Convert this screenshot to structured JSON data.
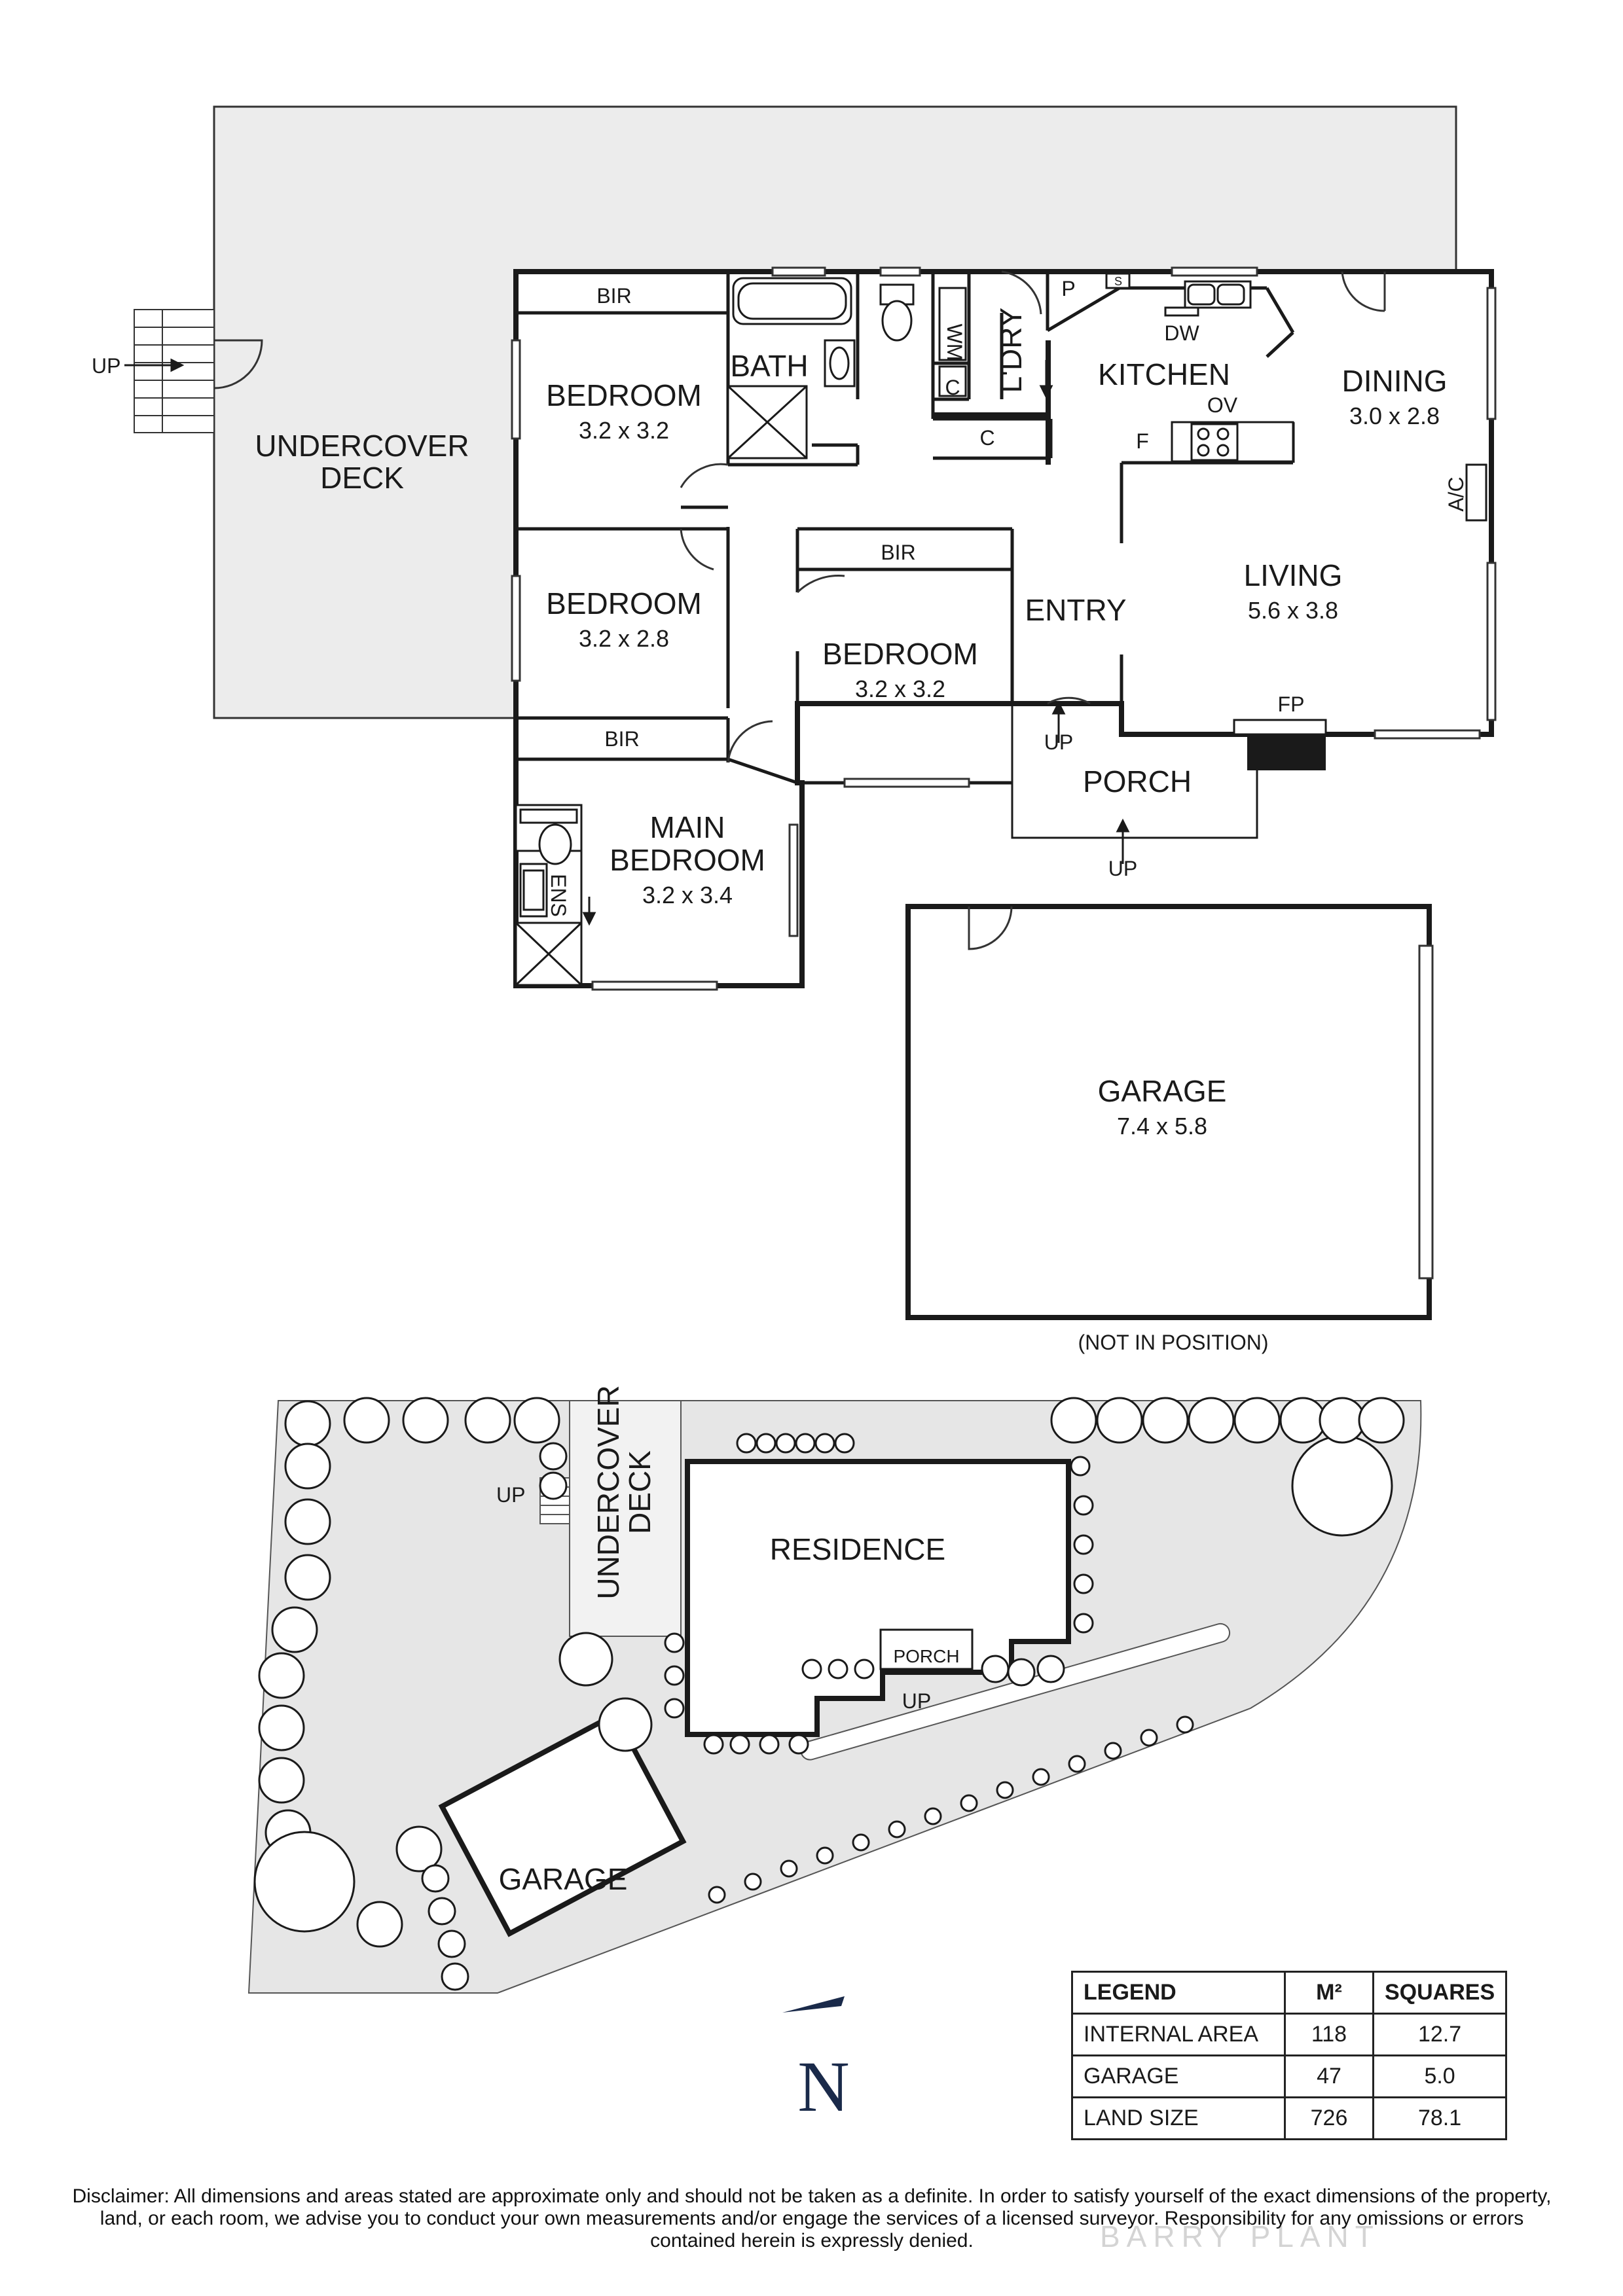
{
  "floor_plan": {
    "undercover_deck": {
      "line1": "UNDERCOVER",
      "line2": "DECK"
    },
    "up_label": "UP",
    "bir_label": "BIR",
    "bedroom1": {
      "name": "BEDROOM",
      "size": "3.2 x 3.2"
    },
    "bedroom2": {
      "name": "BEDROOM",
      "size": "3.2 x 2.8"
    },
    "bedroom3": {
      "name": "BEDROOM",
      "size": "3.2 x 3.2"
    },
    "main_bedroom": {
      "line1": "MAIN",
      "line2": "BEDROOM",
      "size": "3.2 x 3.4"
    },
    "ens": "ENS",
    "bath": "BATH",
    "wm": "WM",
    "laundry": "L'DRY",
    "cupboard": "C",
    "pantry": "P",
    "sink": "S",
    "kitchen": "KITCHEN",
    "dw": "DW",
    "ov": "OV",
    "fridge": "F",
    "dining": {
      "name": "DINING",
      "size": "3.0 x 2.8"
    },
    "ac": "A/C",
    "living": {
      "name": "LIVING",
      "size": "5.6 x 3.8"
    },
    "entry": "ENTRY",
    "fp": "FP",
    "porch": "PORCH",
    "garage": {
      "name": "GARAGE",
      "size": "7.4 x 5.8"
    },
    "not_in_position": "(NOT IN POSITION)"
  },
  "site_plan": {
    "undercover_deck": {
      "line1": "UNDERCOVER",
      "line2": "DECK"
    },
    "up_label": "UP",
    "residence": "RESIDENCE",
    "porch": "PORCH",
    "garage": "GARAGE",
    "north": "N"
  },
  "legend": {
    "headers": [
      "LEGEND",
      "M²",
      "SQUARES"
    ],
    "rows": [
      {
        "label": "INTERNAL AREA",
        "m2": "118",
        "squares": "12.7"
      },
      {
        "label": "GARAGE",
        "m2": "47",
        "squares": "5.0"
      },
      {
        "label": "LAND SIZE",
        "m2": "726",
        "squares": "78.1"
      }
    ]
  },
  "disclaimer": "Disclaimer: All dimensions and areas stated are approximate only and should not be taken as a definite. In order to satisfy yourself of the exact dimensions of the property, land, or each room, we advise you to conduct your own measurements and/or engage the services of a licensed surveyor. Responsibility for any omissions or errors contained herein is expressly denied.",
  "watermark": "BARRY PLANT",
  "colors": {
    "deck_fill": "#ececec",
    "site_fill": "#e6e6e6",
    "wall": "#1a1a1a"
  }
}
